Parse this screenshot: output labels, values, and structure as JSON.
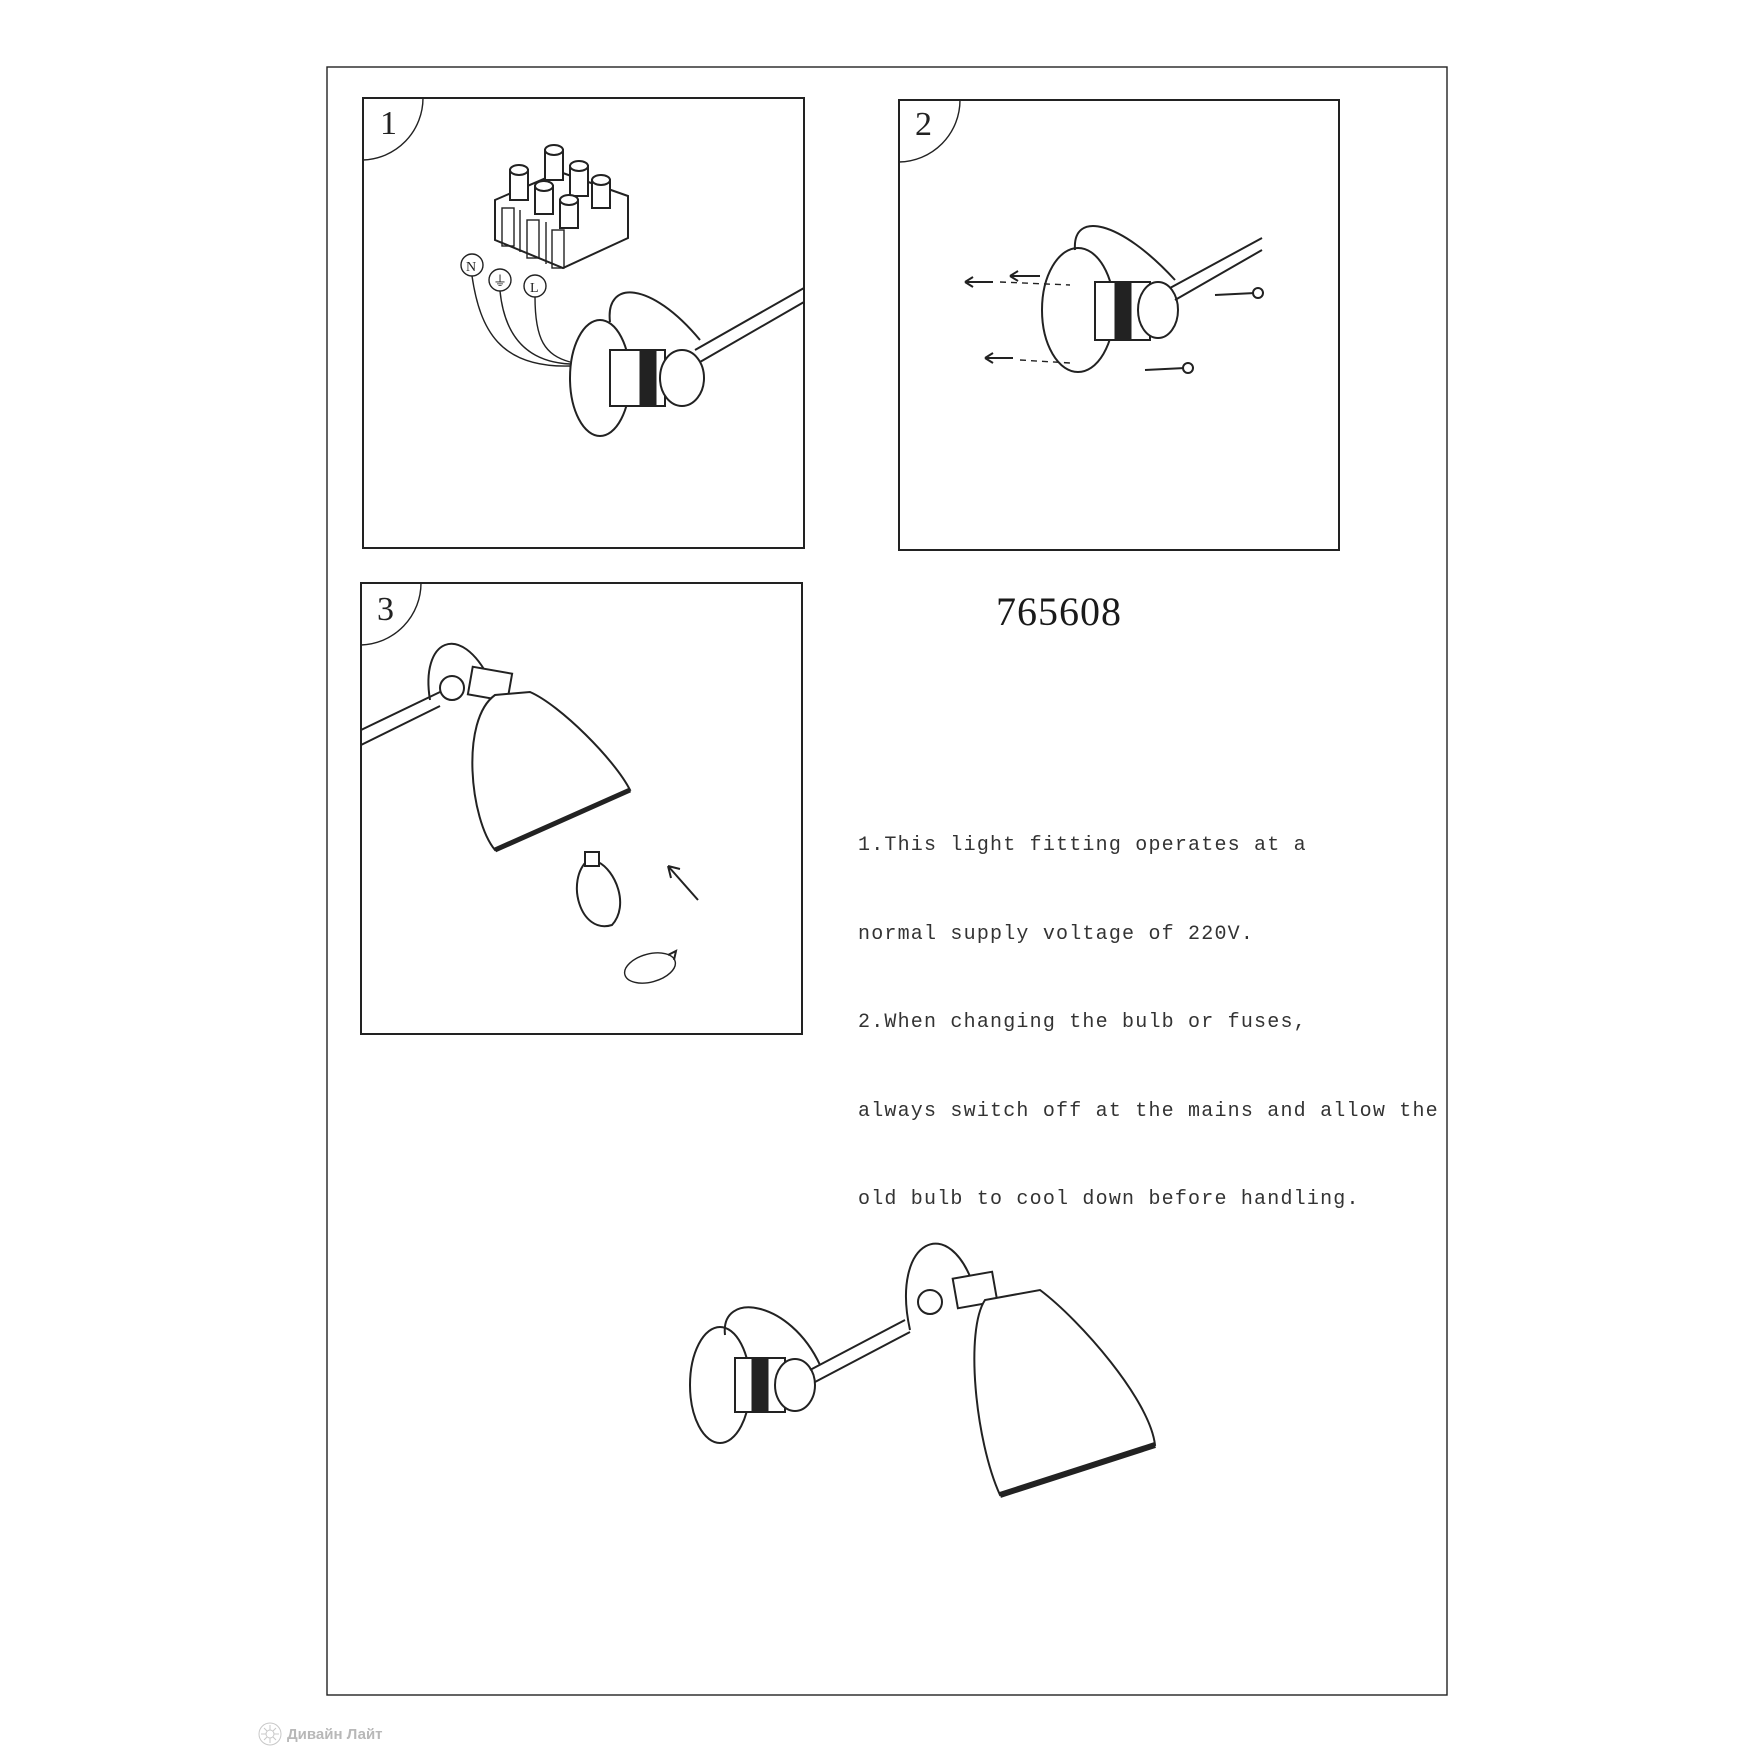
{
  "steps": [
    {
      "number": "1",
      "wire_labels": [
        "N",
        "⏚",
        "L"
      ]
    },
    {
      "number": "2"
    },
    {
      "number": "3"
    }
  ],
  "model_number": "765608",
  "notes": [
    "1.This light fitting operates at a",
    "normal supply voltage of 220V.",
    "2.When changing the bulb or fuses,",
    "always switch off at the mains and allow the",
    "old bulb to cool down before handling."
  ],
  "watermark": "Дивайн Лайт"
}
